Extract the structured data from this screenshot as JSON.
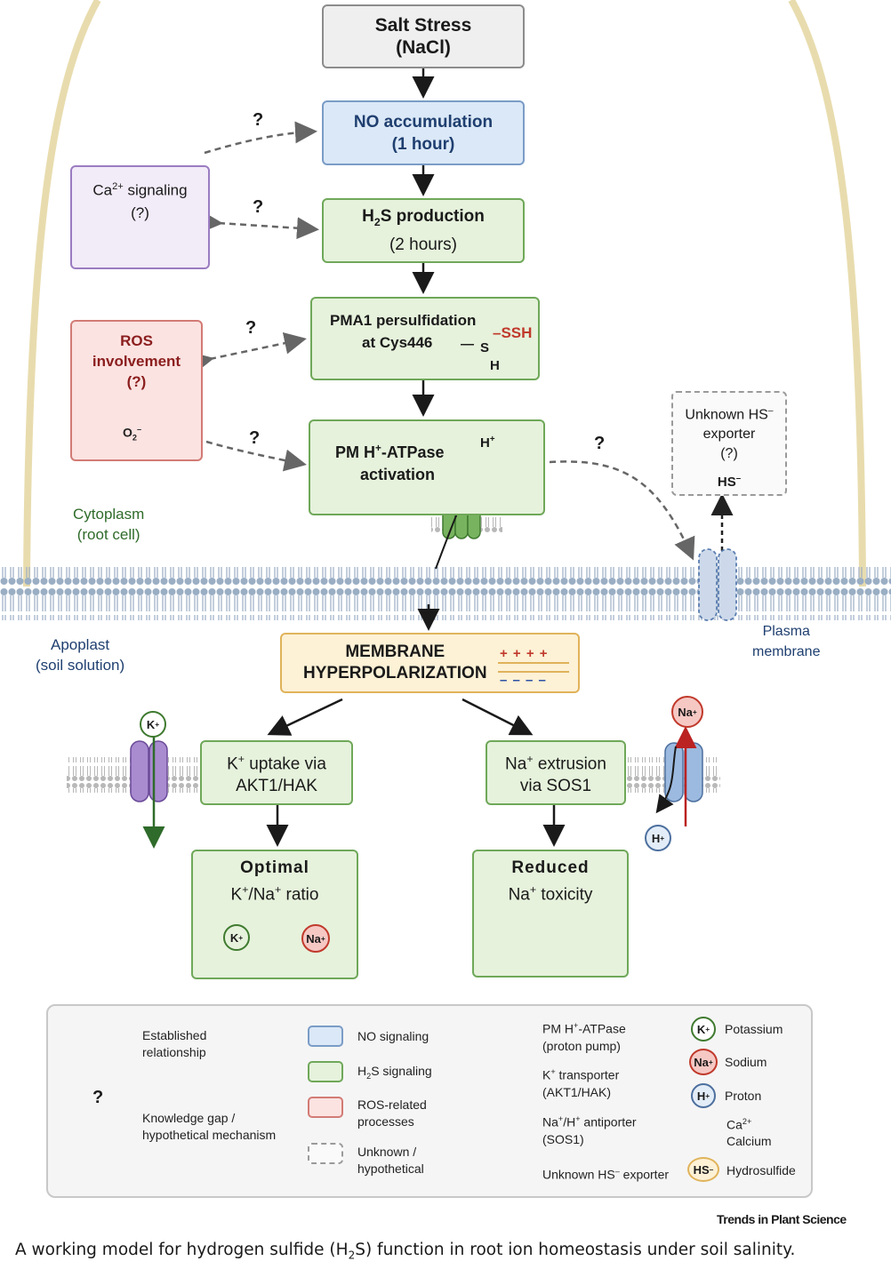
{
  "boxes": {
    "salt": "Salt Stress\n(NaCl)",
    "no": "NO accumulation\n(1 hour)",
    "h2s_a": "H",
    "h2s_sub": "2",
    "h2s_b": "S production",
    "h2s_c": "(2 hours)",
    "pma1_a": "PMA1 persulfidation",
    "pma1_b": "at Cys446",
    "pma1_chem": {
      "ssh": "–SSH",
      "s": "S",
      "h": "H",
      "dash": "—"
    },
    "atpase_a": "PM H",
    "atpase_sup": "+",
    "atpase_b": "-ATPase",
    "atpase_c": "activation",
    "hyper": "MEMBRANE\nHYPERPOLARIZATION",
    "hyper_plus": "+ + + +",
    "hyper_minus": "– – – –",
    "k_uptake_a": "K",
    "k_uptake_sup": "+",
    "k_uptake_b": " uptake via",
    "k_uptake_c": "AKT1/HAK",
    "na_ext_a": "Na",
    "na_ext_sup": "+",
    "na_ext_b": " extrusion",
    "na_ext_c": "via SOS1",
    "optimal_a": "Optimal",
    "optimal_b": "K",
    "optimal_sup1": "+",
    "optimal_c": "/Na",
    "optimal_sup2": "+",
    "optimal_d": " ratio",
    "reduced_a": "Reduced",
    "reduced_b": "Na",
    "reduced_sup": "+",
    "reduced_c": " toxicity",
    "ca_a": "Ca",
    "ca_sup": "2+",
    "ca_b": " signaling",
    "ca_c": "(?)",
    "ros": "ROS\ninvolvement\n(?)",
    "o2": "O",
    "o2_sub": "2",
    "o2_sup": "–",
    "unknown_a": "Unknown HS",
    "unknown_sup": "–",
    "unknown_b": "exporter",
    "unknown_c": "(?)",
    "hs_label": "HS",
    "hs_sup": "–"
  },
  "question_mark": "?",
  "ions": {
    "k": "K",
    "na": "Na",
    "h": "H",
    "plus": "+"
  },
  "labels": {
    "cytoplasm": "Cytoplasm\n(root cell)",
    "apoplast": "Apoplast\n(soil solution)",
    "plasma": "Plasma\nmembrane",
    "hplus": "H",
    "hplus_sup": "+"
  },
  "legend": {
    "established": "Established\nrelationship",
    "gap": "Knowledge gap /\nhypothetical mechanism",
    "no": "NO signaling",
    "h2s_a": "H",
    "h2s_sub": "2",
    "h2s_b": "S signaling",
    "ros": "ROS-related\nprocesses",
    "unknown": "Unknown /\nhypothetical",
    "pump_a": "PM H",
    "pump_sup": "+",
    "pump_b": "-ATPase\n(proton pump)",
    "ktrans_a": "K",
    "ktrans_sup": "+",
    "ktrans_b": " transporter\n(AKT1/HAK)",
    "antiport_a": "Na",
    "antiport_sup1": "+",
    "antiport_b": "/H",
    "antiport_sup2": "+",
    "antiport_c": " antiporter\n(SOS1)",
    "exporter_a": "Unknown HS",
    "exporter_sup": "–",
    "exporter_b": " exporter",
    "potassium": "Potassium",
    "sodium": "Sodium",
    "proton": "Proton",
    "calcium_a": "Ca",
    "calcium_sup": "2+",
    "calcium_b": "Calcium",
    "hydro": "Hydrosulfide",
    "hs": "HS",
    "hs_sup": "–"
  },
  "source": "Trends in Plant Science",
  "caption_a": "A working model for hydrogen sulfide (H",
  "caption_sub": "2",
  "caption_b": "S) function in root ion homeostasis under soil salinity.",
  "colors": {
    "green": "#6fa859",
    "blue": "#7a9cc6",
    "purple": "#9b7cc2",
    "red": "#d27b75",
    "membrane": "#9aaec4"
  }
}
